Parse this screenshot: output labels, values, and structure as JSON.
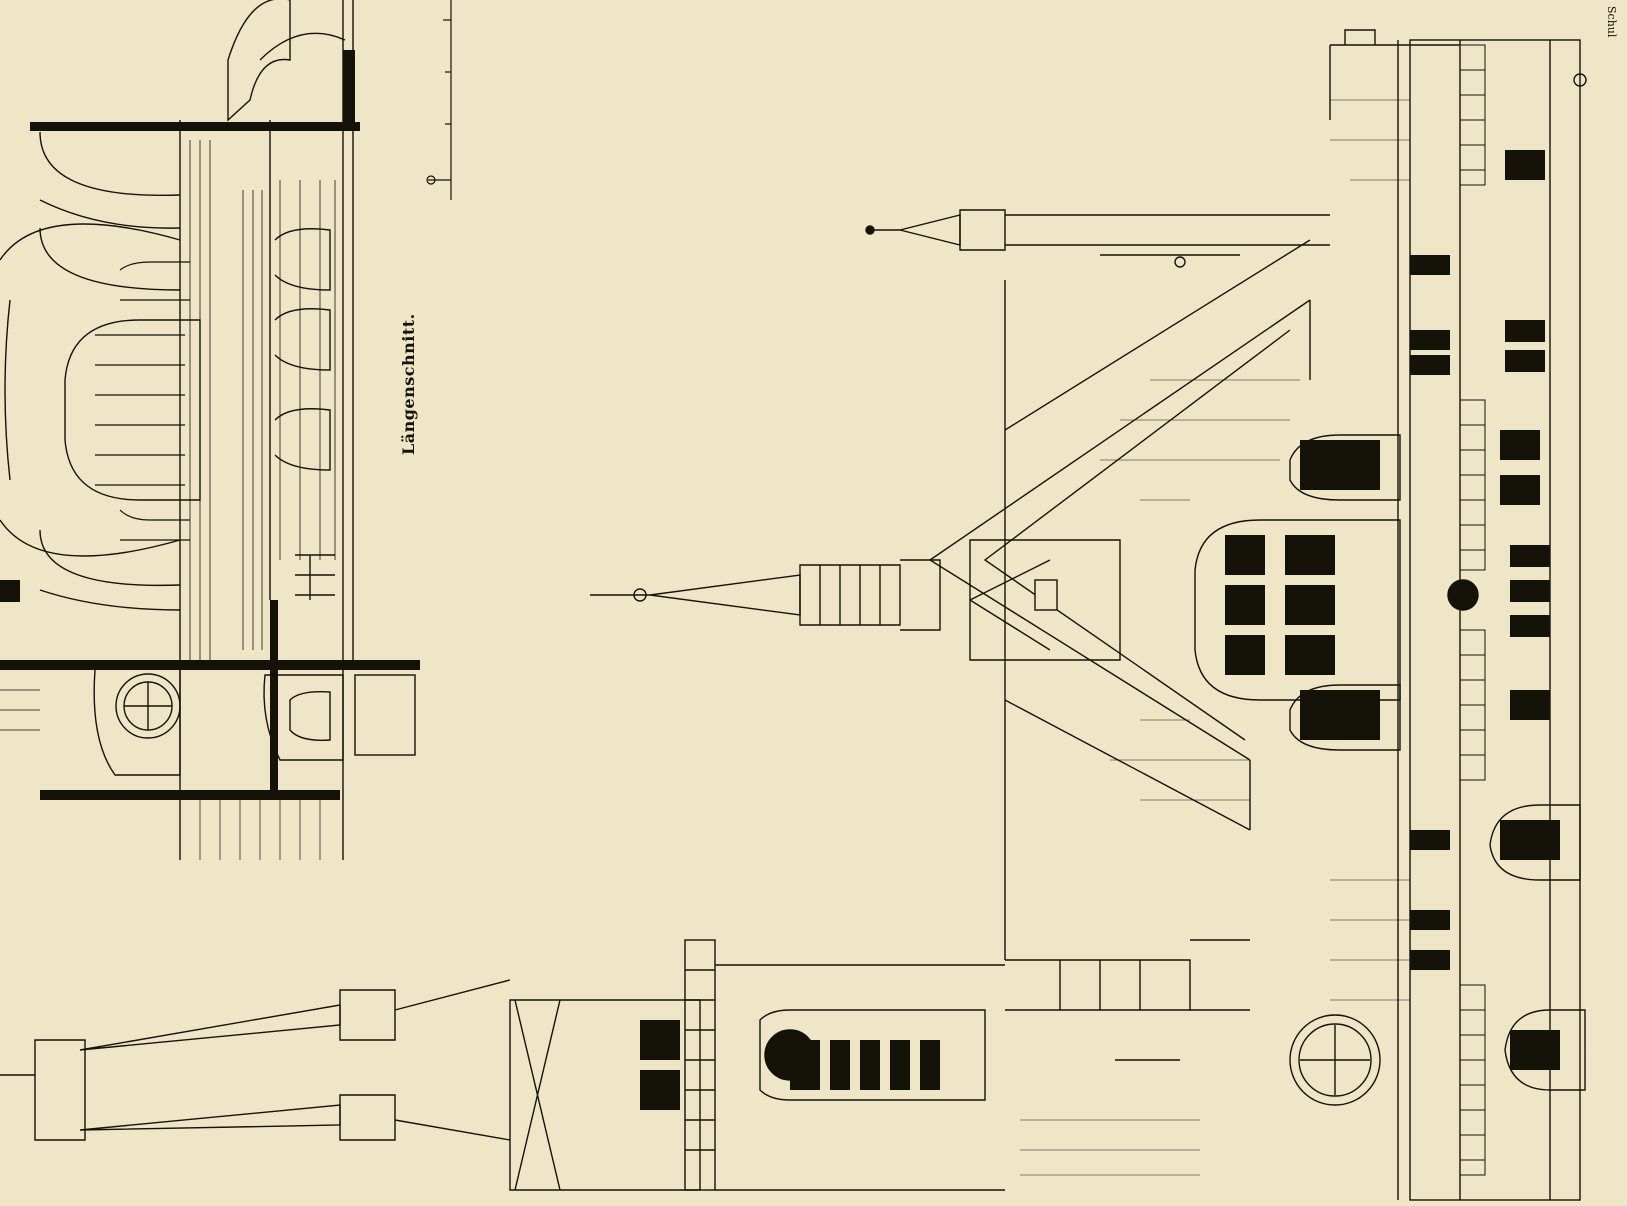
{
  "sheet": {
    "paper_color": "#efe5c7",
    "ink_color": "#151209",
    "section_label": "Längenschnitt.",
    "signature_fragment": "Schul"
  },
  "drawings": [
    {
      "name": "longitudinal-section",
      "kind": "section"
    },
    {
      "name": "facade-elevation",
      "kind": "elevation"
    },
    {
      "name": "scale-bar",
      "kind": "scale"
    }
  ]
}
